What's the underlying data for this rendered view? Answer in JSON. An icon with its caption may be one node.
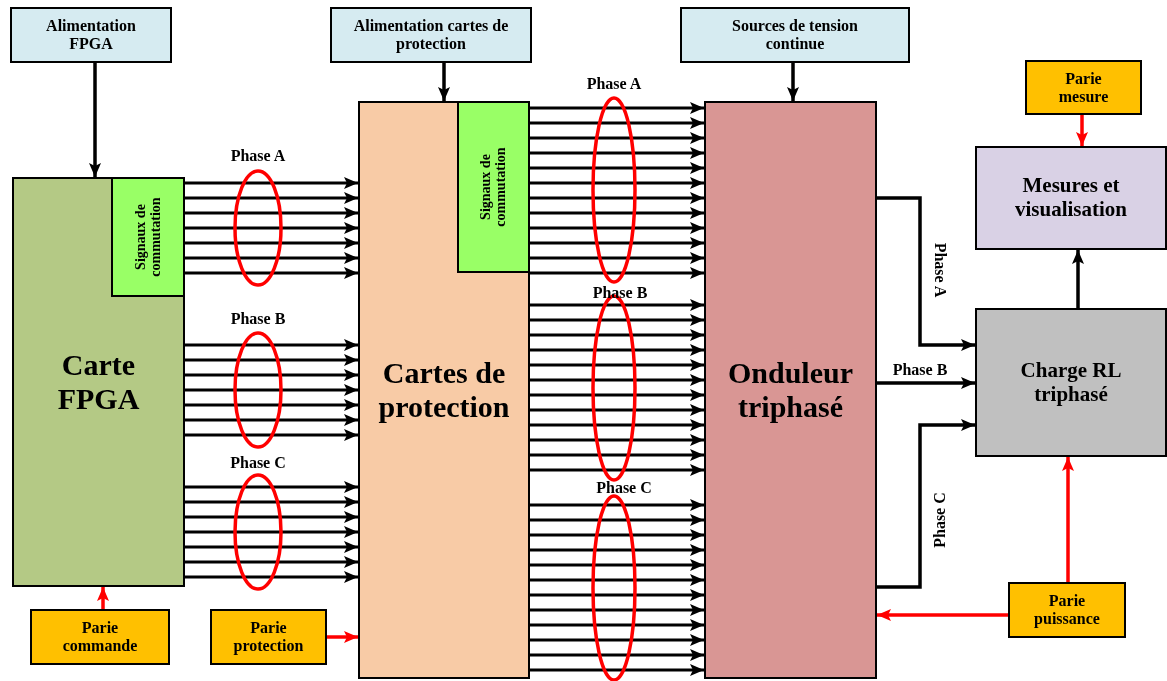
{
  "diagram": {
    "nodes": [
      {
        "text": [
          "Alimentation FPGA"
        ]
      },
      {
        "text": [
          "Carte FPGA"
        ]
      },
      {
        "text": [
          "Signaux de commutation"
        ],
        "in": 1
      },
      {
        "text": [
          "Alimentation cartes de protection"
        ]
      },
      {
        "text": [
          "Cartes de protection"
        ]
      },
      {
        "text": [
          "Signaux de commutation"
        ],
        "in": 4
      },
      {
        "text": [
          "Sources de tension continue"
        ]
      },
      {
        "text": [
          "Onduleur triphasé"
        ]
      },
      {
        "text": [
          "Parie mesure"
        ]
      },
      {
        "text": [
          "Mesures et visualisation"
        ]
      },
      {
        "text": [
          "Charge RL triphasé"
        ]
      },
      {
        "text": [
          "Parie commande"
        ]
      },
      {
        "text": [
          "Parie protection"
        ]
      },
      {
        "text": [
          "Parie puissance"
        ]
      }
    ],
    "edges": [
      {
        "from": 0,
        "to": 1,
        "arrow": "to"
      },
      {
        "from": 3,
        "to": 4,
        "arrow": "to"
      },
      {
        "from": 6,
        "to": 7,
        "arrow": "to"
      },
      {
        "from": 8,
        "to": 9,
        "arrow": "to",
        "color": "#ff0000"
      },
      {
        "from": 10,
        "to": 9,
        "arrow": "to"
      },
      {
        "from": 11,
        "to": 1,
        "arrow": "to",
        "color": "#ff0000"
      },
      {
        "from": 12,
        "to": 4,
        "arrow": "to",
        "color": "#ff0000"
      },
      {
        "from": 13,
        "to": 10,
        "arrow": "to",
        "color": "#ff0000"
      },
      {
        "from": 13,
        "to": 7,
        "arrow": "to",
        "color": "#ff0000"
      },
      {
        "from": 7,
        "to": 10,
        "arrow": "to",
        "label": "Phase A"
      },
      {
        "from": 7,
        "to": 10,
        "arrow": "to",
        "label": "Phase B"
      },
      {
        "from": 7,
        "to": 10,
        "arrow": "to",
        "label": "Phase C"
      },
      {
        "from": 1,
        "to": 4,
        "arrow": "to"
      },
      {
        "from": 1,
        "to": 4,
        "arrow": "to"
      },
      {
        "from": 1,
        "to": 4,
        "arrow": "to"
      },
      {
        "from": 1,
        "to": 4,
        "arrow": "to"
      },
      {
        "from": 1,
        "to": 4,
        "arrow": "to"
      },
      {
        "from": 1,
        "to": 4,
        "arrow": "to"
      },
      {
        "from": 1,
        "to": 4,
        "arrow": "to"
      },
      {
        "from": 1,
        "to": 4,
        "arrow": "to"
      },
      {
        "from": 1,
        "to": 4,
        "arrow": "to"
      },
      {
        "from": 1,
        "to": 4,
        "arrow": "to"
      },
      {
        "from": 1,
        "to": 4,
        "arrow": "to"
      },
      {
        "from": 1,
        "to": 4,
        "arrow": "to"
      },
      {
        "from": 1,
        "to": 4,
        "arrow": "to"
      },
      {
        "from": 1,
        "to": 4,
        "arrow": "to"
      },
      {
        "from": 1,
        "to": 4,
        "arrow": "to"
      },
      {
        "from": 1,
        "to": 4,
        "arrow": "to"
      },
      {
        "from": 1,
        "to": 4,
        "arrow": "to"
      },
      {
        "from": 1,
        "to": 4,
        "arrow": "to"
      },
      {
        "from": 1,
        "to": 4,
        "arrow": "to"
      },
      {
        "from": 1,
        "to": 4,
        "arrow": "to"
      },
      {
        "from": 1,
        "to": 4,
        "arrow": "to"
      },
      {
        "from": 4,
        "to": 7,
        "arrow": "to"
      },
      {
        "from": 4,
        "to": 7,
        "arrow": "to"
      },
      {
        "from": 4,
        "to": 7,
        "arrow": "to"
      },
      {
        "from": 4,
        "to": 7,
        "arrow": "to"
      },
      {
        "from": 4,
        "to": 7,
        "arrow": "to"
      },
      {
        "from": 4,
        "to": 7,
        "arrow": "to"
      },
      {
        "from": 4,
        "to": 7,
        "arrow": "to"
      },
      {
        "from": 4,
        "to": 7,
        "arrow": "to"
      },
      {
        "from": 4,
        "to": 7,
        "arrow": "to"
      },
      {
        "from": 4,
        "to": 7,
        "arrow": "to"
      },
      {
        "from": 4,
        "to": 7,
        "arrow": "to"
      },
      {
        "from": 4,
        "to": 7,
        "arrow": "to"
      },
      {
        "from": 4,
        "to": 7,
        "arrow": "to"
      },
      {
        "from": 4,
        "to": 7,
        "arrow": "to"
      },
      {
        "from": 4,
        "to": 7,
        "arrow": "to"
      },
      {
        "from": 4,
        "to": 7,
        "arrow": "to"
      },
      {
        "from": 4,
        "to": 7,
        "arrow": "to"
      },
      {
        "from": 4,
        "to": 7,
        "arrow": "to"
      },
      {
        "from": 4,
        "to": 7,
        "arrow": "to"
      },
      {
        "from": 4,
        "to": 7,
        "arrow": "to"
      },
      {
        "from": 4,
        "to": 7,
        "arrow": "to"
      },
      {
        "from": 4,
        "to": 7,
        "arrow": "to"
      },
      {
        "from": 4,
        "to": 7,
        "arrow": "to"
      },
      {
        "from": 4,
        "to": 7,
        "arrow": "to"
      },
      {
        "from": 4,
        "to": 7,
        "arrow": "to"
      },
      {
        "from": 4,
        "to": 7,
        "arrow": "to"
      },
      {
        "from": 4,
        "to": 7,
        "arrow": "to"
      },
      {
        "from": 4,
        "to": 7,
        "arrow": "to"
      },
      {
        "from": 4,
        "to": 7,
        "arrow": "to"
      },
      {
        "from": 4,
        "to": 7,
        "arrow": "to"
      },
      {
        "from": 4,
        "to": 7,
        "arrow": "to"
      },
      {
        "from": 4,
        "to": 7,
        "arrow": "to"
      },
      {
        "from": 4,
        "to": 7,
        "arrow": "to"
      },
      {
        "from": 4,
        "to": 7,
        "arrow": "to"
      },
      {
        "from": 4,
        "to": 7,
        "arrow": "to"
      },
      {
        "from": 4,
        "to": 7,
        "arrow": "to"
      }
    ],
    "labels": [
      "Phase A",
      "Phase B",
      "Phase C",
      "Phase A",
      "Phase B",
      "Phase C"
    ]
  }
}
